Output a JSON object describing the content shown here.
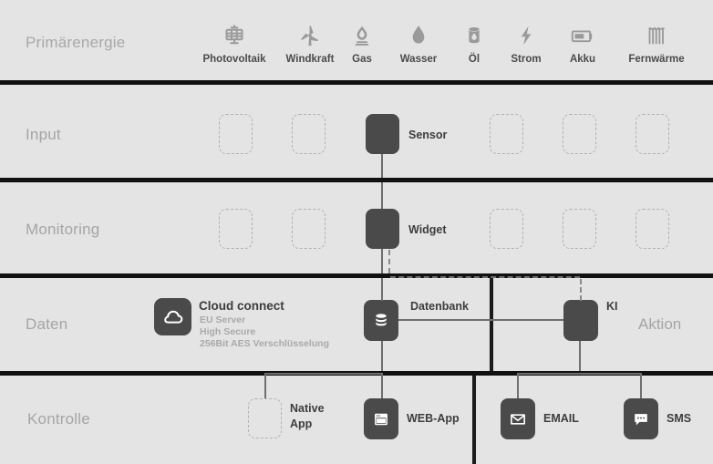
{
  "meta": {
    "title": "Energie-Systemarchitektur",
    "bg": "#e4e4e4",
    "node_color": "#4a4a4a",
    "rule_color": "#111111",
    "label_color": "#a5a5a5"
  },
  "rows": {
    "primary": {
      "label": "Primärenergie"
    },
    "input": {
      "label": "Input"
    },
    "monitoring": {
      "label": "Monitoring"
    },
    "daten": {
      "label": "Daten"
    },
    "aktion": {
      "label": "Aktion"
    },
    "kontrolle": {
      "label": "Kontrolle"
    }
  },
  "primary_energy": [
    {
      "label": "Photovoltaik",
      "icon": "solar-panel-icon"
    },
    {
      "label": "Windkraft",
      "icon": "wind-turbine-icon"
    },
    {
      "label": "Gas",
      "icon": "gas-flame-icon"
    },
    {
      "label": "Wasser",
      "icon": "water-drop-icon"
    },
    {
      "label": "Öl",
      "icon": "oil-barrel-icon"
    },
    {
      "label": "Strom",
      "icon": "lightning-bolt-icon"
    },
    {
      "label": "Akku",
      "icon": "battery-icon"
    },
    {
      "label": "Fernwärme",
      "icon": "radiator-icon"
    }
  ],
  "input_row": {
    "node_label": "Sensor",
    "empty_slots": 6
  },
  "monitoring_row": {
    "node_label": "Widget",
    "empty_slots": 6
  },
  "daten_row": {
    "cloud": {
      "title": "Cloud connect",
      "lines": [
        "EU Server",
        "High Secure",
        "256Bit AES Verschlüsselung"
      ],
      "icon": "cloud-icon"
    },
    "database": {
      "label": "Datenbank",
      "icon": "database-icon"
    },
    "ki": {
      "label": "KI",
      "icon": "ki-node-icon"
    }
  },
  "kontrolle_row": {
    "native_app": {
      "label_line1": "Native",
      "label_line2": "App"
    },
    "web_app": {
      "label": "WEB-App",
      "icon": "browser-window-icon"
    },
    "email": {
      "label": "EMAIL",
      "icon": "envelope-icon"
    },
    "sms": {
      "label": "SMS",
      "icon": "chat-bubble-icon"
    }
  }
}
